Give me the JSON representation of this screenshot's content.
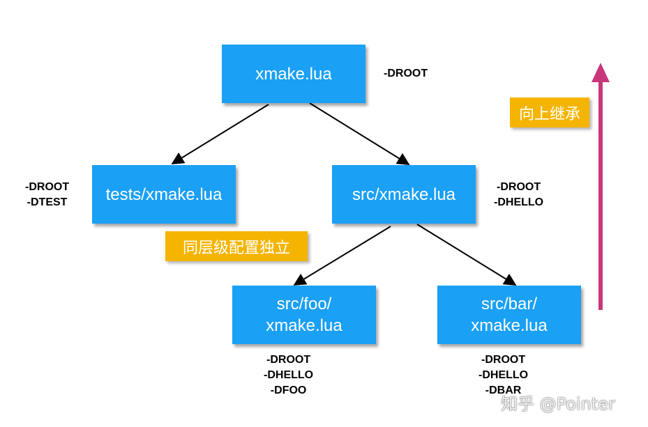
{
  "nodes": {
    "root": {
      "line1": "xmake.lua"
    },
    "tests": {
      "line1": "tests/xmake.lua"
    },
    "src": {
      "line1": "src/xmake.lua"
    },
    "foo": {
      "line1": "src/foo/",
      "line2": "xmake.lua"
    },
    "bar": {
      "line1": "src/bar/",
      "line2": "xmake.lua"
    }
  },
  "flags": {
    "root": [
      "-DROOT"
    ],
    "tests": [
      "-DROOT",
      "-DTEST"
    ],
    "src": [
      "-DROOT",
      "-DHELLO"
    ],
    "foo": [
      "-DROOT",
      "-DHELLO",
      "-DFOO"
    ],
    "bar": [
      "-DROOT",
      "-DHELLO",
      "-DBAR"
    ]
  },
  "tags": {
    "inherit_up": "向上继承",
    "sibling_independent": "同层级配置独立"
  },
  "watermark": "知乎 @Pointer",
  "colors": {
    "node_fill": "#1aa0f5",
    "tag_fill": "#f5b400",
    "arrow_up": "#c8377a",
    "edge": "#000000"
  }
}
